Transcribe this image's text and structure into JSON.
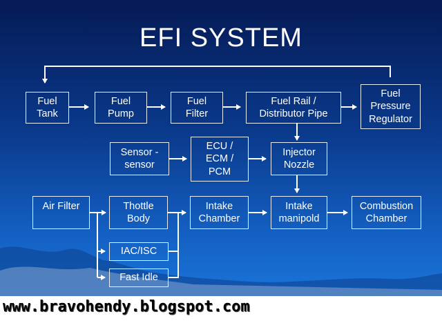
{
  "title": "EFI SYSTEM",
  "colors": {
    "background_top": "#061a55",
    "background_bottom": "#1a74d8",
    "box_border": "#e8eefc",
    "text": "#ffffff"
  },
  "boxes": {
    "fuel_tank": "Fuel\nTank",
    "fuel_pump": "Fuel\nPump",
    "fuel_filter": "Fuel\nFilter",
    "fuel_rail": "Fuel Rail /\nDistributor Pipe",
    "fuel_pressure_regulator": "Fuel\nPressure\nRegulator",
    "sensor": "Sensor -\nsensor",
    "ecu": "ECU /\nECM /\nPCM",
    "injector_nozzle": "Injector\nNozzle",
    "air_filter": "Air Filter",
    "throttle_body": "Thottle\nBody",
    "intake_chamber": "Intake\nChamber",
    "intake_manifold": "Intake\nmanipold",
    "combustion_chamber": "Combustion\nChamber",
    "iac_isc": "IAC/ISC",
    "fast_idle": "Fast Idle"
  },
  "footer": {
    "url": "www.bravohendy.blogspot.com"
  }
}
